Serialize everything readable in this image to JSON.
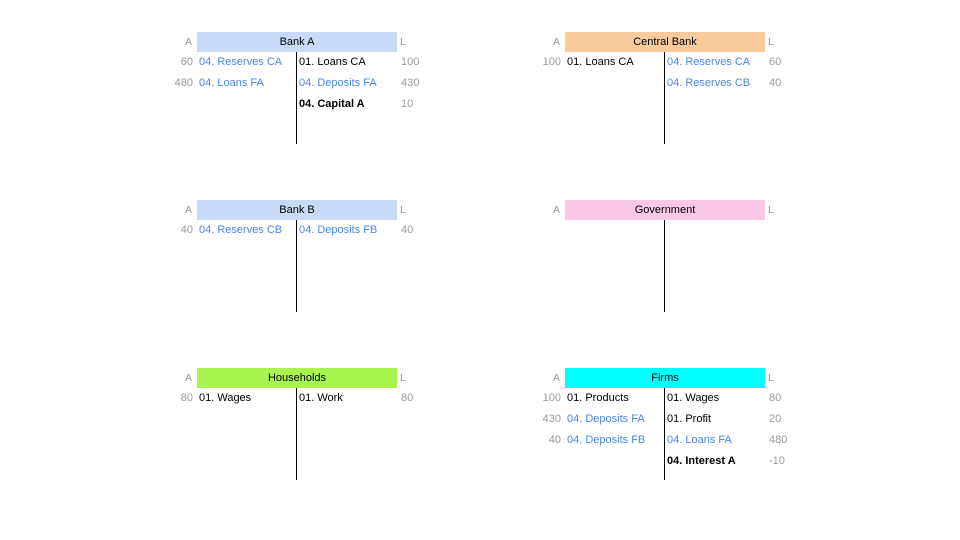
{
  "side_labels": {
    "assets": "A",
    "liabilities": "L"
  },
  "colors": {
    "bank_a_header": "#c9daf8",
    "central_bank_header": "#f9cb9c",
    "bank_b_header": "#c9daf8",
    "government_header": "#fbc7e6",
    "households_header": "#a8f552",
    "firms_header": "#00ffff",
    "blue_entry": "#4a86e8",
    "value_grey": "#9a9a9a"
  },
  "ledgers": {
    "bank_a": {
      "title": "Bank A",
      "assets": [
        {
          "value": "60",
          "name": "04. Reserves CA",
          "style": "blue"
        },
        {
          "value": "480",
          "name": "04. Loans FA",
          "style": "blue"
        }
      ],
      "liabilities": [
        {
          "name": "01. Loans CA",
          "value": "100",
          "style": "plain"
        },
        {
          "name": "04. Deposits FA",
          "value": "430",
          "style": "blue"
        },
        {
          "name": "04. Capital A",
          "value": "10",
          "style": "bold"
        }
      ]
    },
    "central_bank": {
      "title": "Central Bank",
      "assets": [
        {
          "value": "100",
          "name": "01. Loans CA",
          "style": "plain"
        }
      ],
      "liabilities": [
        {
          "name": "04. Reserves CA",
          "value": "60",
          "style": "blue"
        },
        {
          "name": "04. Reserves CB",
          "value": "40",
          "style": "blue"
        }
      ]
    },
    "bank_b": {
      "title": "Bank B",
      "assets": [
        {
          "value": "40",
          "name": "04. Reserves CB",
          "style": "blue"
        }
      ],
      "liabilities": [
        {
          "name": "04. Deposits FB",
          "value": "40",
          "style": "blue"
        }
      ]
    },
    "government": {
      "title": "Government",
      "assets": [],
      "liabilities": []
    },
    "households": {
      "title": "Households",
      "assets": [
        {
          "value": "80",
          "name": "01. Wages",
          "style": "plain"
        }
      ],
      "liabilities": [
        {
          "name": "01. Work",
          "value": "80",
          "style": "plain"
        }
      ]
    },
    "firms": {
      "title": "Firms",
      "assets": [
        {
          "value": "100",
          "name": "01. Products",
          "style": "plain"
        },
        {
          "value": "430",
          "name": "04. Deposits FA",
          "style": "blue"
        },
        {
          "value": "40",
          "name": "04. Deposits FB",
          "style": "blue"
        }
      ],
      "liabilities": [
        {
          "name": "01. Wages",
          "value": "80",
          "style": "plain"
        },
        {
          "name": "01. Profit",
          "value": "20",
          "style": "plain"
        },
        {
          "name": "04. Loans FA",
          "value": "480",
          "style": "blue"
        },
        {
          "name": "04. Interest A",
          "value": "-10",
          "style": "bold"
        }
      ]
    }
  }
}
